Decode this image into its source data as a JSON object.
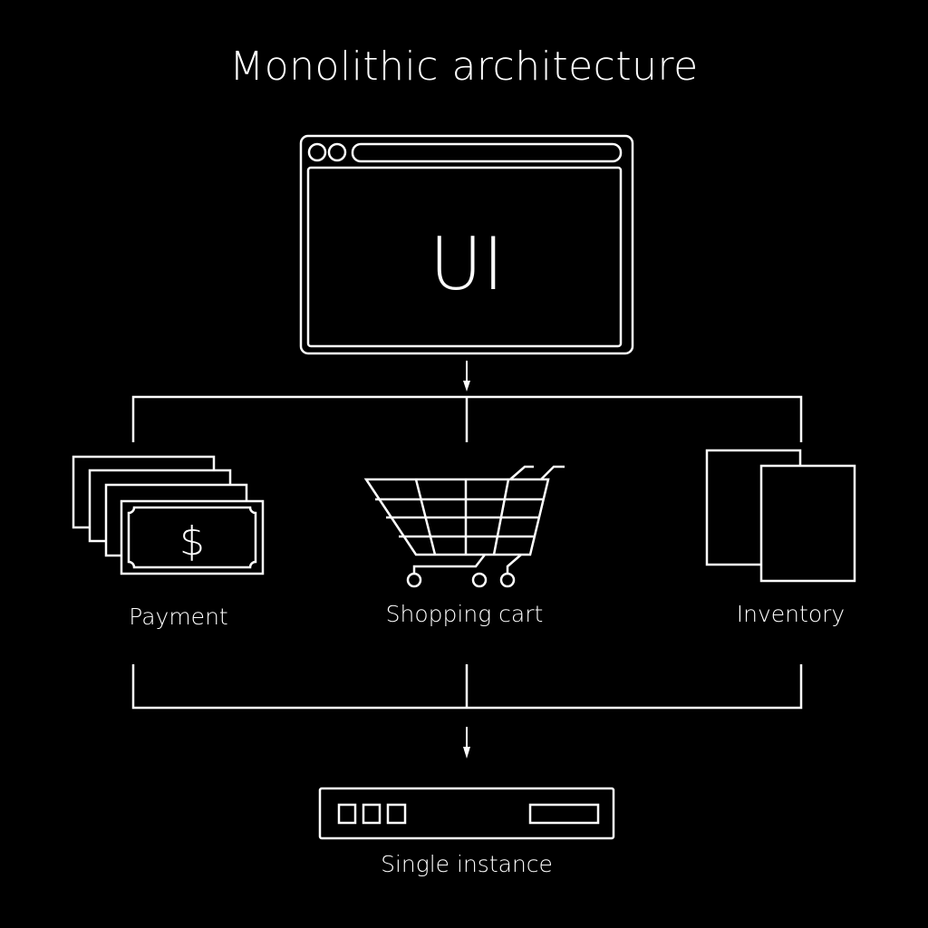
{
  "diagram": {
    "title": "Monolithic architecture",
    "ui_box": {
      "label": "UI",
      "icon": "browser-window-icon"
    },
    "modules": [
      {
        "label": "Payment",
        "icon": "banknotes-icon"
      },
      {
        "label": "Shopping cart",
        "icon": "shopping-cart-icon"
      },
      {
        "label": "Inventory",
        "icon": "documents-icon"
      }
    ],
    "server": {
      "label": "Single instance",
      "icon": "server-rack-icon"
    },
    "colors": {
      "background": "#000000",
      "foreground": "#ffffff"
    }
  }
}
